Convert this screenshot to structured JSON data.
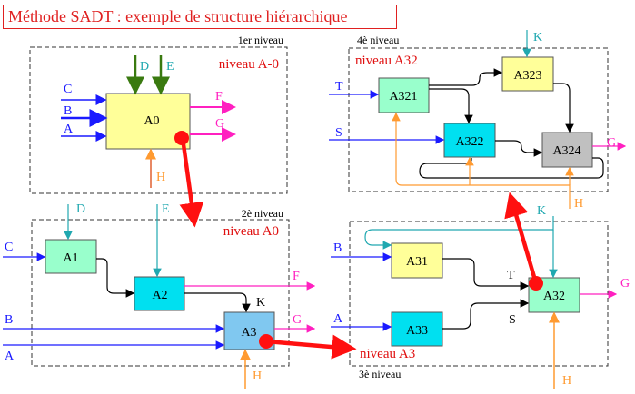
{
  "title": "Méthode SADT : exemple de structure hiérarchique",
  "panels": {
    "level1": {
      "caption": "1er niveau",
      "red_label": "niveau A-0"
    },
    "level2": {
      "caption": "2è niveau",
      "red_label": "niveau A0"
    },
    "level3": {
      "caption": "3è niveau",
      "red_label": "niveau A3"
    },
    "level4": {
      "caption": "4è niveau",
      "red_label": "niveau A32"
    }
  },
  "boxes": {
    "a0": "A0",
    "a1": "A1",
    "a2": "A2",
    "a3": "A3",
    "a31": "A31",
    "a32": "A32",
    "a33": "A33",
    "a321": "A321",
    "a322": "A322",
    "a323": "A323",
    "a324": "A324"
  },
  "arrow_labels": {
    "l1": {
      "c": "C",
      "b": "B",
      "a": "A",
      "d": "D",
      "e": "E",
      "f": "F",
      "g": "G",
      "h": "H"
    },
    "l2": {
      "c": "C",
      "b": "B",
      "a": "A",
      "d": "D",
      "e": "E",
      "f": "F",
      "g": "G",
      "h": "H",
      "k": "K"
    },
    "l3": {
      "b": "B",
      "a": "A",
      "k": "K",
      "g": "G",
      "h": "H",
      "t": "T",
      "s": "S"
    },
    "l4": {
      "t": "T",
      "s": "S",
      "k": "K",
      "g": "G",
      "h": "H"
    }
  },
  "colors": {
    "input": "#1a1aff",
    "control_teal": "#20a8b0",
    "control_green": "#3a7a10",
    "output": "#ff20c0",
    "mechanism": "#ff9a30",
    "internal": "#000000",
    "zoom": "#ff1010",
    "box_yellow": "#ffff99",
    "box_mint": "#99ffcc",
    "box_cyan": "#00e0f0",
    "box_lightblue": "#80c8f0",
    "box_grey": "#c0c0c0"
  }
}
